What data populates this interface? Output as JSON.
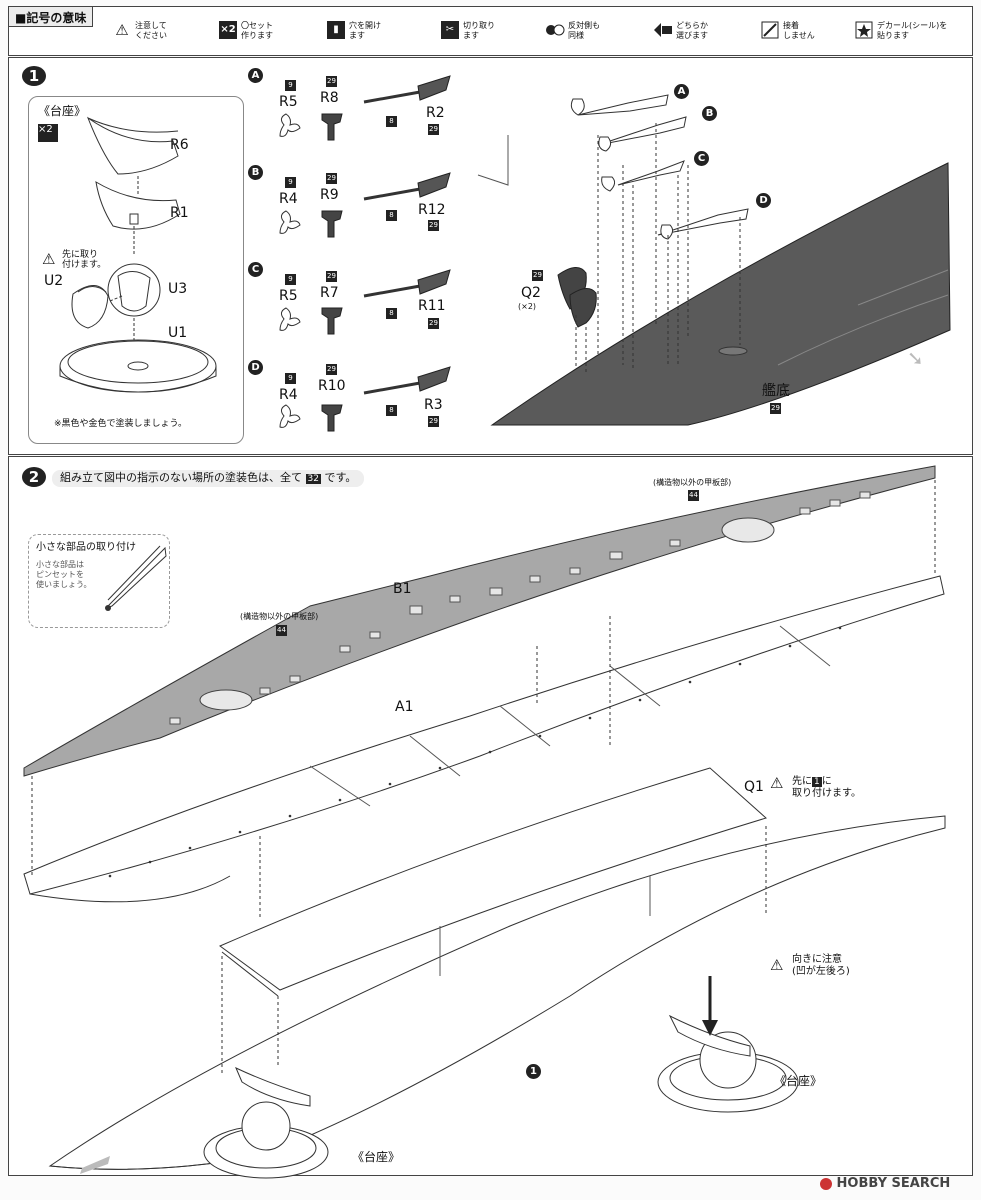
{
  "legend": {
    "title": "■記号の意味",
    "items": [
      {
        "icon": "warning-icon",
        "text1": "注意して",
        "text2": "ください"
      },
      {
        "icon": "x2-icon",
        "icon_text": "×2",
        "text1": "〇セット",
        "text2": "作ります"
      },
      {
        "icon": "drill-icon",
        "text1": "穴を開け",
        "text2": "ます"
      },
      {
        "icon": "cut-icon",
        "text1": "切り取り",
        "text2": "ます"
      },
      {
        "icon": "reverse-side-icon",
        "text1": "反対側も",
        "text2": "同様"
      },
      {
        "icon": "choose-icon",
        "text1": "どちらか",
        "text2": "選びます"
      },
      {
        "icon": "no-glue-icon",
        "text1": "接着",
        "text2": "しません"
      },
      {
        "icon": "decal-icon",
        "text1": "デカール(シール)を",
        "text2": "貼ります"
      }
    ]
  },
  "step1": {
    "number": "1",
    "base_box": {
      "title": "《台座》",
      "x2": "×2",
      "parts": [
        "R6",
        "R1",
        "U2",
        "U3",
        "U1"
      ],
      "note_attach_1": "先に取り",
      "note_attach_2": "付けます。",
      "paint_note": "※黒色や金色で塗装しましょう。"
    },
    "rows": [
      {
        "letter": "A",
        "c1": "9",
        "p1": "R5",
        "c2": "29",
        "p2": "R8",
        "c3": "8",
        "p3": "R2",
        "c4": "29"
      },
      {
        "letter": "B",
        "c1": "9",
        "p1": "R4",
        "c2": "29",
        "p2": "R9",
        "c3": "8",
        "p3": "R12",
        "c4": "29"
      },
      {
        "letter": "C",
        "c1": "9",
        "p1": "R5",
        "c2": "29",
        "p2": "R7",
        "c3": "8",
        "p3": "R11",
        "c4": "29"
      },
      {
        "letter": "D",
        "c1": "9",
        "p1": "R4",
        "c2": "29",
        "p2": "R10",
        "c3": "8",
        "p3": "R3",
        "c4": "29"
      }
    ],
    "hull_detail": {
      "q2_chip": "29",
      "q2": "Q2",
      "q2_count": "(×2)",
      "letters": [
        "A",
        "B",
        "C",
        "D"
      ],
      "bottom_label": "艦底",
      "bottom_chip": "29"
    }
  },
  "step2": {
    "number": "2",
    "instruction_pre": "組み立て図中の指示のない場所の塗装色は、全て",
    "instruction_chip": "32",
    "instruction_post": "です。",
    "small_parts_title": "小さな部品の取り付け",
    "small_parts_1": "小さな部品は",
    "small_parts_2": "ピンセットを",
    "small_parts_3": "使いましょう。",
    "deck_note_top": "(構造物以外の甲板部)",
    "deck_chip_top": "44",
    "deck_note_left": "(構造物以外の甲板部)",
    "deck_chip_left": "44",
    "b1": "B1",
    "a1": "A1",
    "q1": "Q1",
    "q1_note_pre": "先に",
    "q1_note_chip": "1",
    "q1_note_post": "に",
    "q1_note_2": "取り付けます。",
    "direction_note_1": "向きに注意",
    "direction_note_2": "(凹が左後ろ)",
    "hull_marker": "1",
    "stand_right": "《台座》",
    "stand_left": "《台座》"
  },
  "watermark": "HOBBY SEARCH",
  "colors": {
    "hull_gray": "#5a5a5a",
    "deck_gray": "#a8a8a8",
    "frame": "#444444"
  }
}
